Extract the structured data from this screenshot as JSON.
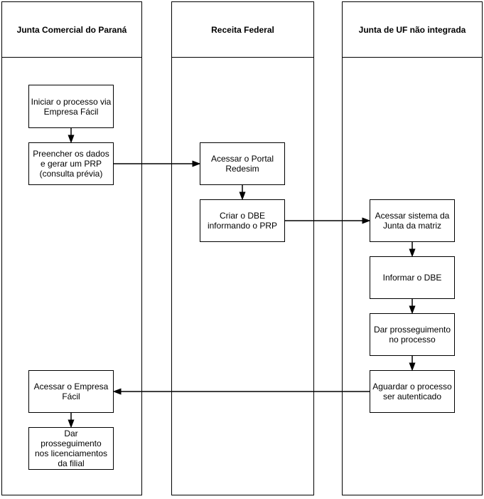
{
  "diagram": {
    "type": "swimlane-flowchart",
    "colors": {
      "stroke": "#000000",
      "fill": "#ffffff",
      "text": "#000000"
    },
    "lanes": [
      {
        "id": "junta-comercial-parana",
        "title": "Junta Comercial do Paraná"
      },
      {
        "id": "receita-federal",
        "title": "Receita Federal"
      },
      {
        "id": "junta-uf-nao-integrada",
        "title": "Junta de UF não integrada"
      }
    ],
    "nodes": [
      {
        "id": "iniciar-processo",
        "lane": "junta-comercial-parana",
        "label": "Iniciar o processo via\nEmpresa Fácil"
      },
      {
        "id": "preencher-dados-prp",
        "lane": "junta-comercial-parana",
        "label": "Preencher os dados\ne gerar um PRP\n(consulta prévia)"
      },
      {
        "id": "acessar-portal-redesim",
        "lane": "receita-federal",
        "label": "Acessar o Portal\nRedesim"
      },
      {
        "id": "criar-dbe",
        "lane": "receita-federal",
        "label": "Criar o DBE\ninformando o PRP"
      },
      {
        "id": "acessar-sistema-junta-matriz",
        "lane": "junta-uf-nao-integrada",
        "label": "Acessar sistema da\nJunta da matriz"
      },
      {
        "id": "informar-dbe",
        "lane": "junta-uf-nao-integrada",
        "label": "Informar o DBE"
      },
      {
        "id": "dar-prosseguimento-processo",
        "lane": "junta-uf-nao-integrada",
        "label": "Dar prosseguimento\nno processo"
      },
      {
        "id": "aguardar-autenticacao",
        "lane": "junta-uf-nao-integrada",
        "label": "Aguardar o processo\nser autenticado"
      },
      {
        "id": "acessar-empresa-facil",
        "lane": "junta-comercial-parana",
        "label": "Acessar o Empresa\nFácil"
      },
      {
        "id": "dar-prosseguimento-licenciamentos",
        "lane": "junta-comercial-parana",
        "label": "Dar\nprosseguimento\nnos licenciamentos\nda filial"
      }
    ],
    "edges": [
      {
        "from": "iniciar-processo",
        "to": "preencher-dados-prp"
      },
      {
        "from": "preencher-dados-prp",
        "to": "acessar-portal-redesim"
      },
      {
        "from": "acessar-portal-redesim",
        "to": "criar-dbe"
      },
      {
        "from": "criar-dbe",
        "to": "acessar-sistema-junta-matriz"
      },
      {
        "from": "acessar-sistema-junta-matriz",
        "to": "informar-dbe"
      },
      {
        "from": "informar-dbe",
        "to": "dar-prosseguimento-processo"
      },
      {
        "from": "dar-prosseguimento-processo",
        "to": "aguardar-autenticacao"
      },
      {
        "from": "aguardar-autenticacao",
        "to": "acessar-empresa-facil"
      },
      {
        "from": "acessar-empresa-facil",
        "to": "dar-prosseguimento-licenciamentos"
      }
    ]
  }
}
